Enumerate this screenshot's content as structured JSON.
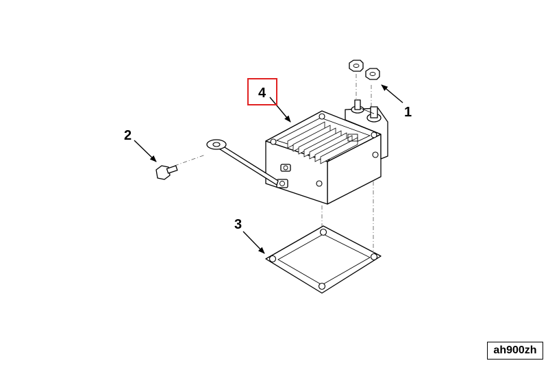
{
  "callouts": {
    "c1": "1",
    "c2": "2",
    "c3": "3",
    "c4": "4"
  },
  "figure_id": "ah900zh",
  "colors": {
    "line": "#000000",
    "highlight": "#e02020",
    "background": "#ffffff"
  }
}
